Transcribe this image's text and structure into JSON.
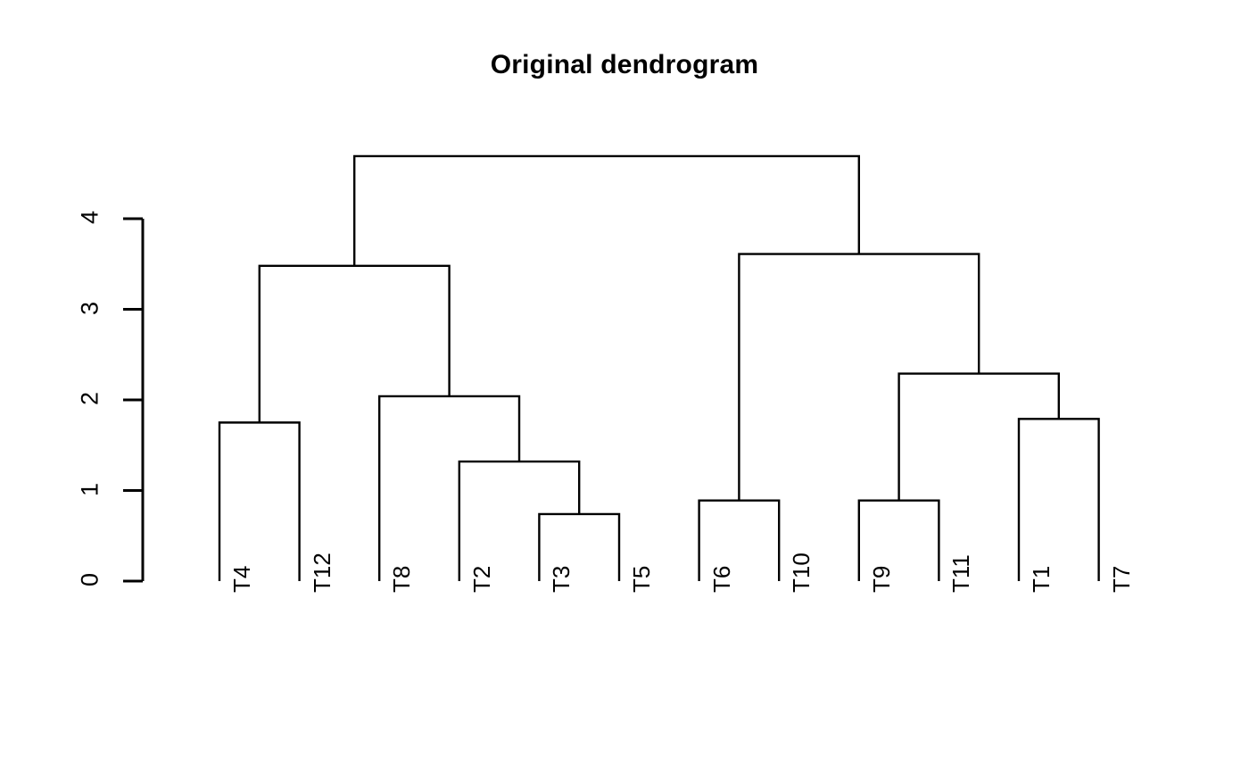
{
  "chart_data": {
    "type": "dendrogram",
    "title": "Original dendrogram",
    "xlabel": "",
    "ylabel": "",
    "grid": false,
    "legend": "none",
    "y_axis": {
      "ticks": [
        0,
        1,
        2,
        3,
        4
      ],
      "tick_labels": [
        "0",
        "1",
        "2",
        "3",
        "4"
      ],
      "ylim": [
        0,
        4.75
      ],
      "orientation": "rotated-90"
    },
    "leaf_order": [
      "T4",
      "T12",
      "T8",
      "T2",
      "T3",
      "T5",
      "T6",
      "T10",
      "T9",
      "T11",
      "T1",
      "T7"
    ],
    "n_leaves": 12,
    "merges": [
      {
        "id": "m1",
        "label": "T3 + T5",
        "members": [
          "T3",
          "T5"
        ],
        "height": 0.74
      },
      {
        "id": "m2",
        "label": "T6 + T10",
        "members": [
          "T6",
          "T10"
        ],
        "height": 0.89
      },
      {
        "id": "m3",
        "label": "T9 + T11",
        "members": [
          "T9",
          "T11"
        ],
        "height": 0.89
      },
      {
        "id": "m4",
        "label": "T2 + (T3,T5)",
        "members": [
          "T2",
          "m1"
        ],
        "height": 1.32
      },
      {
        "id": "m5",
        "label": "T4 + T12",
        "members": [
          "T4",
          "T12"
        ],
        "height": 1.75
      },
      {
        "id": "m6",
        "label": "T1 + T7",
        "members": [
          "T1",
          "T7"
        ],
        "height": 1.79
      },
      {
        "id": "m7",
        "label": "T8 + (T2,T3,T5)",
        "members": [
          "T8",
          "m4"
        ],
        "height": 2.04
      },
      {
        "id": "m8",
        "label": "(T9,T11) + (T1,T7)",
        "members": [
          "m3",
          "m6"
        ],
        "height": 2.29
      },
      {
        "id": "m9",
        "label": "left cluster",
        "members": [
          "m5",
          "m7"
        ],
        "height": 3.48
      },
      {
        "id": "m10",
        "label": "right cluster",
        "members": [
          "m2",
          "m8"
        ],
        "height": 3.61
      },
      {
        "id": "m11",
        "label": "root",
        "members": [
          "m9",
          "m10"
        ],
        "height": 4.69
      }
    ],
    "leaf_labels": [
      {
        "name": "T4"
      },
      {
        "name": "T12"
      },
      {
        "name": "T8"
      },
      {
        "name": "T2"
      },
      {
        "name": "T3"
      },
      {
        "name": "T5"
      },
      {
        "name": "T6"
      },
      {
        "name": "T10"
      },
      {
        "name": "T9"
      },
      {
        "name": "T11"
      },
      {
        "name": "T1"
      },
      {
        "name": "T7"
      }
    ],
    "line_color": "#000000",
    "background_color": "#ffffff"
  }
}
